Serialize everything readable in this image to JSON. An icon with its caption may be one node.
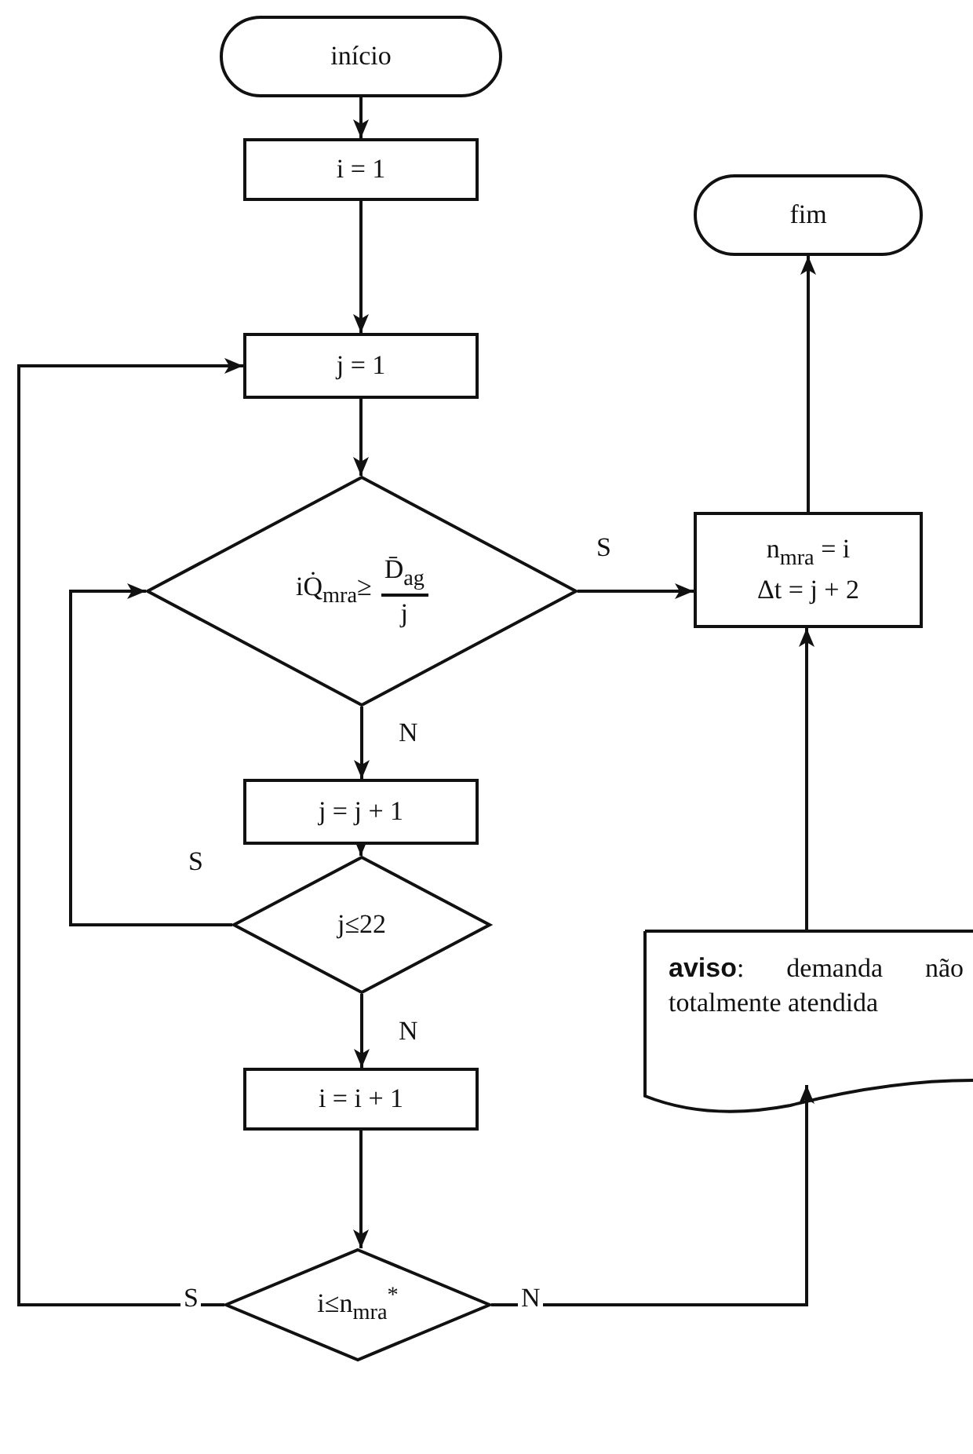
{
  "diagram": {
    "nodes": [
      {
        "text": [
          "início"
        ]
      },
      {
        "text": [
          "i = 1"
        ]
      },
      {
        "text": [
          "j = 1"
        ]
      },
      {
        "text": [
          "iQ̇$_{mra}$≥",
          "D̄$_{ag}$",
          "j"
        ]
      },
      {
        "text": [
          "n$_{mra}$ = i",
          "Δt = j + 2"
        ]
      },
      {
        "text": [
          "fim"
        ]
      },
      {
        "text": [
          "j = j + 1"
        ]
      },
      {
        "text": [
          "j≤22"
        ]
      },
      {
        "text": [
          "**aviso**: demanda não totalmente atendida"
        ]
      },
      {
        "text": [
          "i = i + 1"
        ]
      },
      {
        "text": [
          "i≤n$_{mra}$$^{*}$"
        ]
      }
    ],
    "edges": [
      {
        "from": 0,
        "to": 1,
        "arrow": "to"
      },
      {
        "from": 1,
        "to": 2,
        "arrow": "to"
      },
      {
        "from": 2,
        "to": 3,
        "arrow": "to"
      },
      {
        "from": 3,
        "to": 4,
        "arrow": "to",
        "label": "S"
      },
      {
        "from": 4,
        "to": 5,
        "arrow": "to"
      },
      {
        "from": 3,
        "to": 6,
        "arrow": "to",
        "label": "N"
      },
      {
        "from": 6,
        "to": 7,
        "arrow": "to"
      },
      {
        "from": 7,
        "to": 3,
        "arrow": "to",
        "label": "S"
      },
      {
        "from": 7,
        "to": 9,
        "arrow": "to",
        "label": "N"
      },
      {
        "from": 9,
        "to": 10,
        "arrow": "to"
      },
      {
        "from": 10,
        "to": 2,
        "arrow": "to",
        "label": "S"
      },
      {
        "from": 10,
        "to": 8,
        "arrow": "to",
        "label": "N"
      },
      {
        "from": 8,
        "to": 4,
        "arrow": "to"
      }
    ]
  }
}
